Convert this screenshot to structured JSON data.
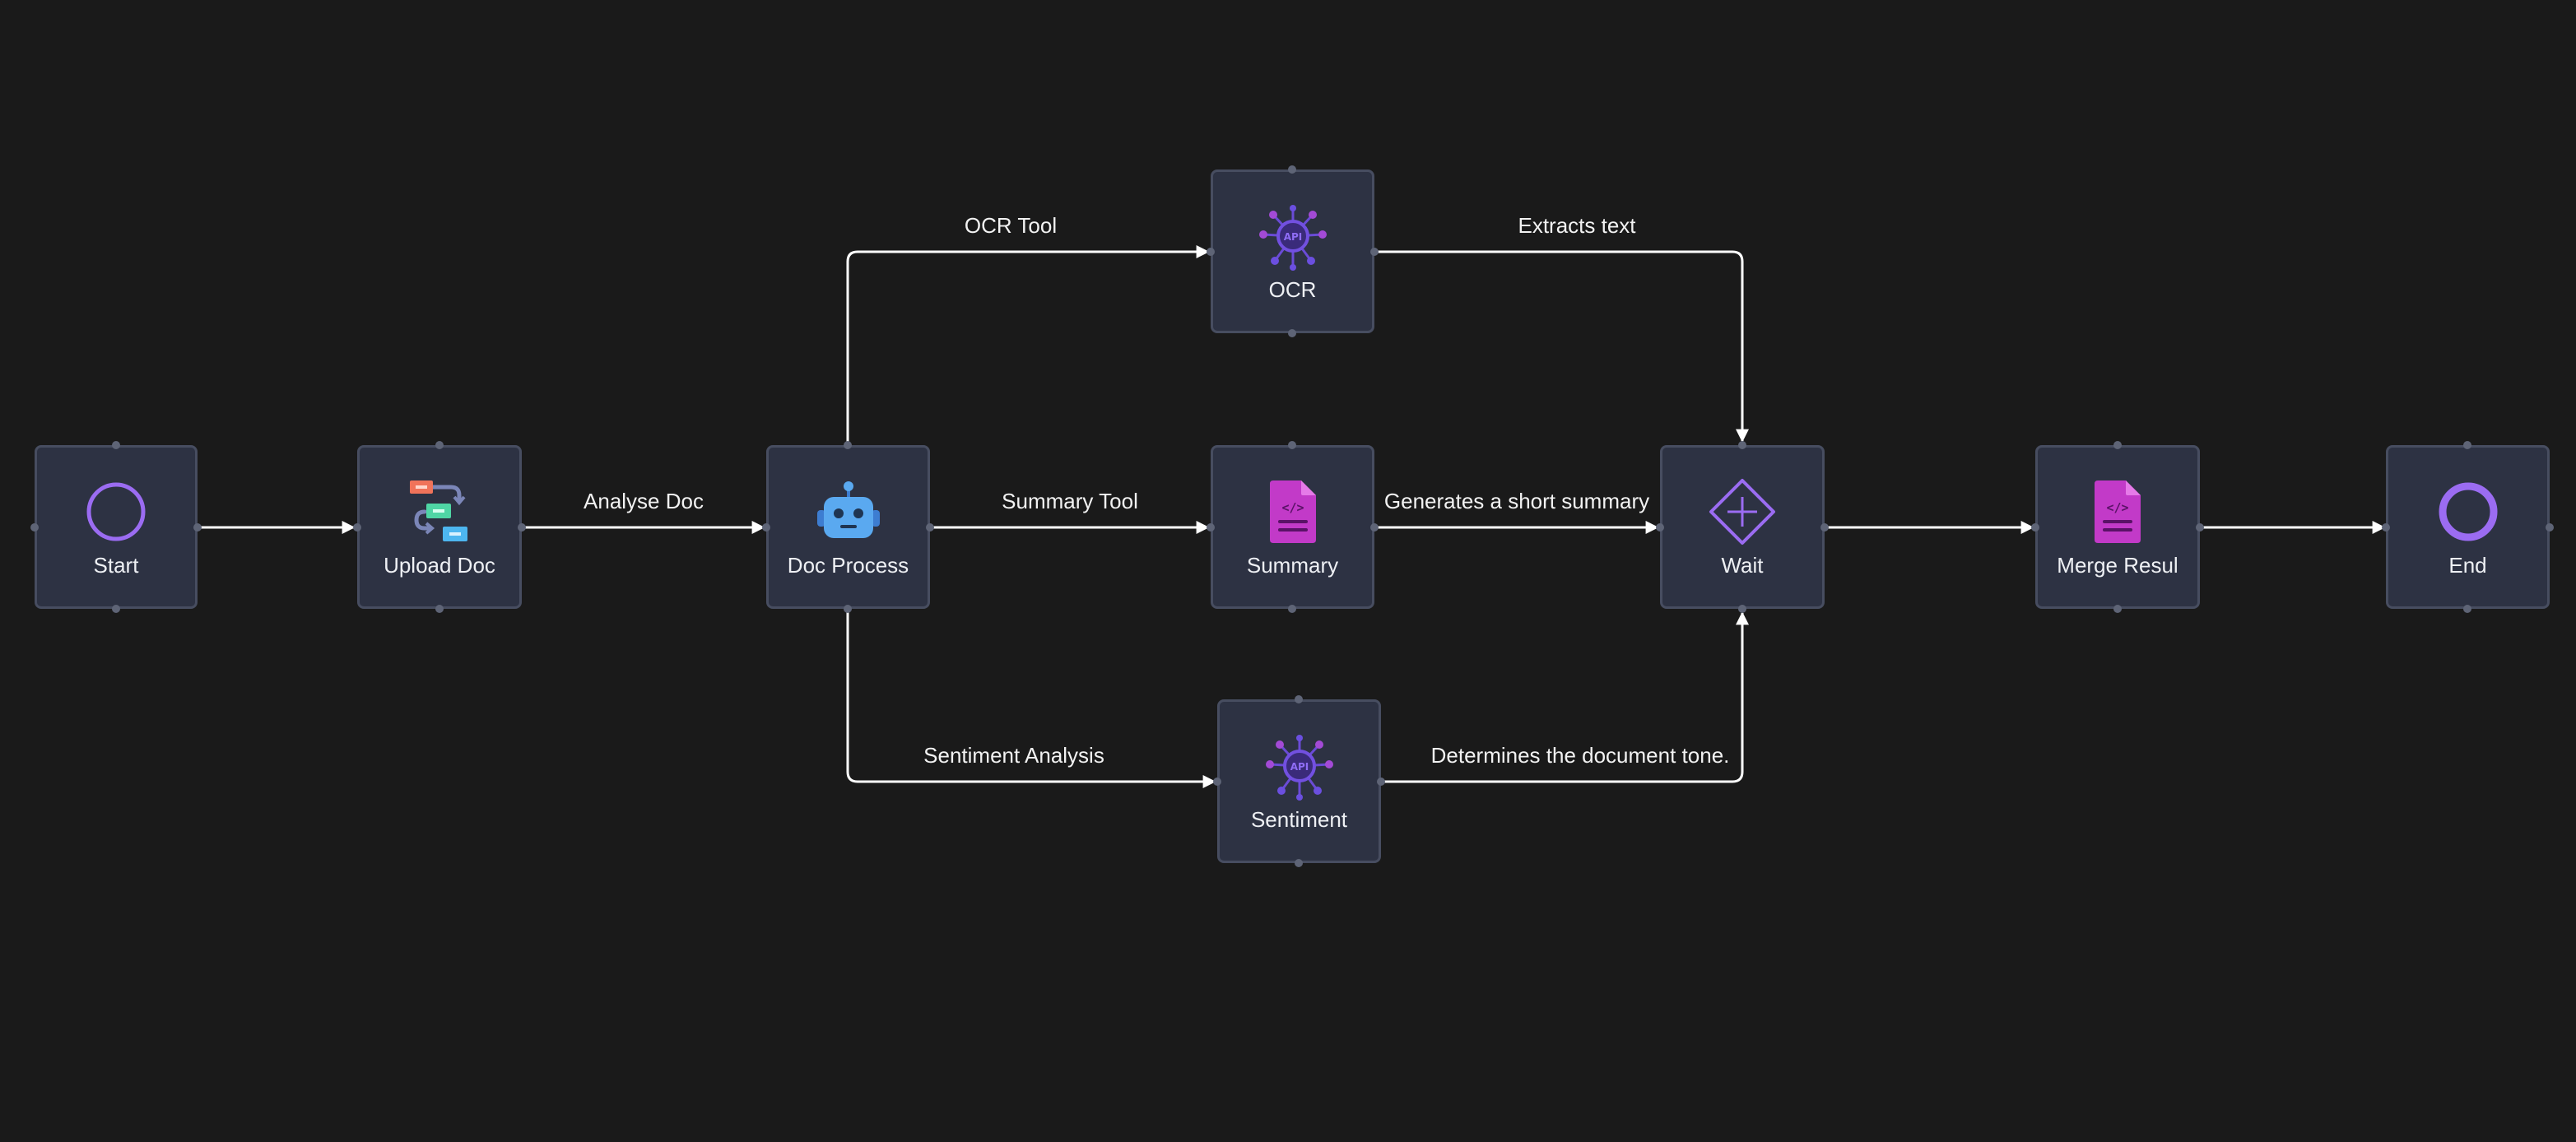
{
  "nodes": {
    "start": {
      "label": "Start",
      "icon": "circle-outline-icon"
    },
    "upload": {
      "label": "Upload Doc",
      "icon": "workflow-icon"
    },
    "process": {
      "label": "Doc Process",
      "icon": "robot-icon"
    },
    "ocr": {
      "label": "OCR",
      "icon": "api-network-icon"
    },
    "summary": {
      "label": "Summary",
      "icon": "code-document-icon"
    },
    "sentiment": {
      "label": "Sentiment",
      "icon": "api-network-icon"
    },
    "wait": {
      "label": "Wait",
      "icon": "diamond-plus-icon"
    },
    "merge": {
      "label": "Merge Resul",
      "icon": "code-document-icon"
    },
    "end": {
      "label": "End",
      "icon": "ring-icon"
    }
  },
  "edges": {
    "upload_to_process": "Analyse Doc",
    "process_to_ocr": "OCR Tool",
    "process_to_summary": "Summary Tool",
    "process_to_sentiment": "Sentiment Analysis",
    "ocr_to_wait": "Extracts text",
    "summary_to_wait": "Generates a short summary",
    "sentiment_to_wait": "Determines the document tone."
  },
  "colors": {
    "background": "#1a1a1a",
    "node_fill": "#2d3243",
    "node_border": "#474d60",
    "edge": "#ffffff",
    "accent_purple": "#9b6cf2",
    "accent_magenta": "#c23ac8",
    "robot_blue": "#5aa9f0"
  }
}
